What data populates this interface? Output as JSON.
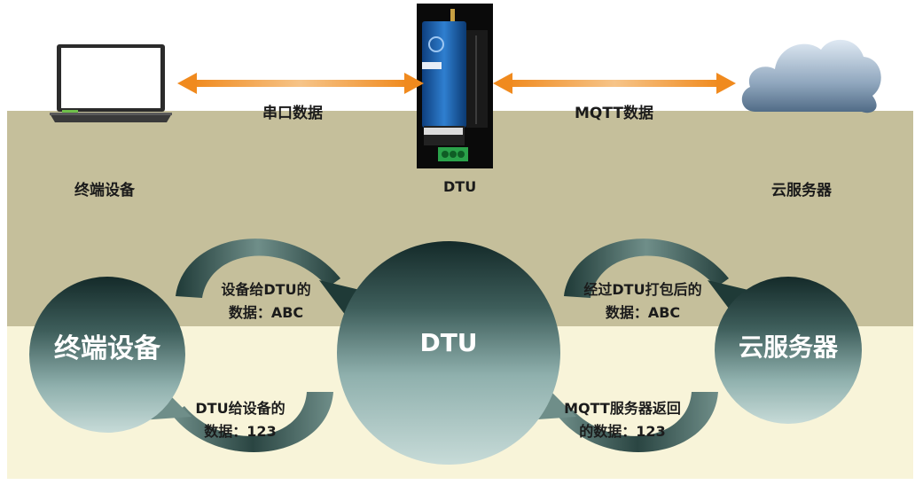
{
  "top": {
    "terminal_label": "终端设备",
    "dtu_label": "DTU",
    "cloud_label": "云服务器",
    "serial_label": "串口数据",
    "mqtt_label": "MQTT数据"
  },
  "cycle": {
    "left_node": "终端设备",
    "center_node": "DTU",
    "right_node": "云服务器",
    "upper_left_line1": "设备给DTU的",
    "upper_left_line2": "数据：ABC",
    "upper_right_line1": "经过DTU打包后的",
    "upper_right_line2": "数据：ABC",
    "lower_left_line1": "DTU给设备的",
    "lower_left_line2": "数据：123",
    "lower_right_line1": "MQTT服务器返回",
    "lower_right_line2": "的数据：123"
  },
  "colors": {
    "band_top": "#c5bf9b",
    "band_bottom": "#f8f4d9",
    "orange_arrow": "#ee9330",
    "circle_dark": "#1a2f2e",
    "circle_light": "#a9c2c0"
  },
  "icons": {
    "laptop": "laptop-icon",
    "dtu_device": "dtu-device-icon",
    "cloud": "cloud-icon"
  }
}
